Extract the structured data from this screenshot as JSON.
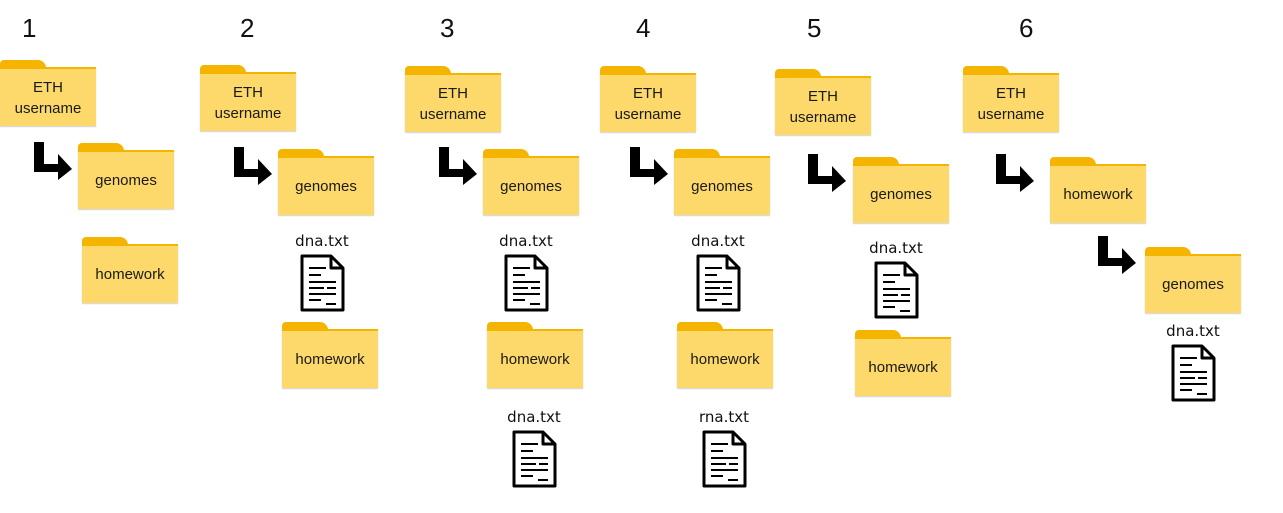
{
  "stages": [
    "1",
    "2",
    "3",
    "4",
    "5",
    "6"
  ],
  "labels": {
    "root_line1": "ETH",
    "root_line2": "username",
    "genomes": "genomes",
    "homework": "homework",
    "dna_file": "dna.txt",
    "rna_file": "rna.txt"
  },
  "colors": {
    "folder_body": "#fdd86a",
    "folder_tab": "#f4b400",
    "arrow": "#000000"
  },
  "icons": {
    "folder": "folder-icon",
    "file": "document-icon",
    "arrow": "child-arrow-icon"
  }
}
